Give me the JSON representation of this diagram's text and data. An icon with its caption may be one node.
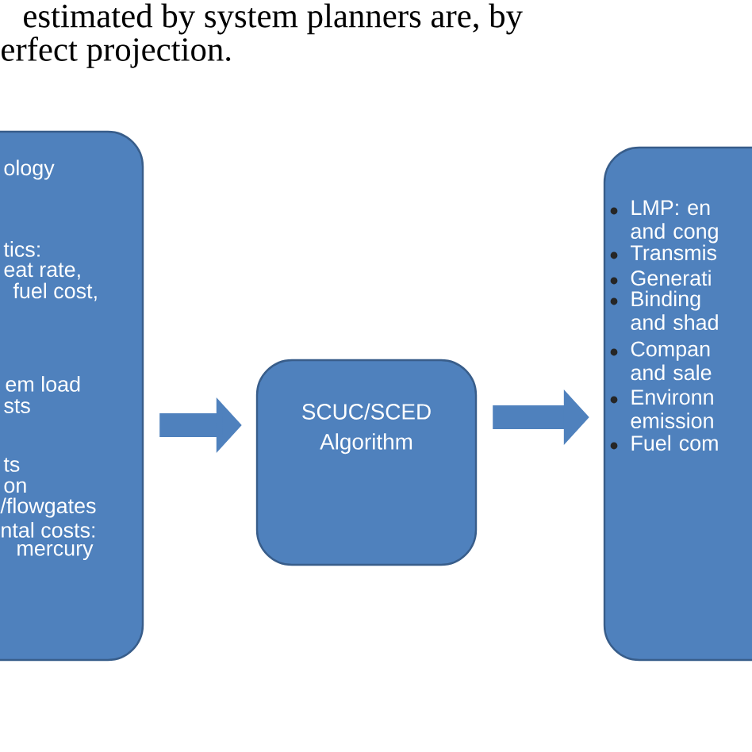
{
  "diagram": {
    "nodes": [
      {
        "text": [
          "ology",
          "tics:",
          "eat rate,",
          "fuel cost,",
          "em load",
          "sts",
          "ts",
          "on",
          "/flowgates",
          "ntal costs:",
          "mercury"
        ]
      },
      {
        "text": [
          "SCUC/SCED Algorithm"
        ]
      },
      {
        "text": [
          "LMP: en and cong",
          "Transmis",
          "Generati",
          "Binding and shad",
          "Compan and sale",
          "Environn emission",
          "Fuel com"
        ]
      }
    ],
    "edges": [
      {
        "from": 0,
        "to": 1,
        "arrow": "to"
      },
      {
        "from": 1,
        "to": 2,
        "arrow": "to"
      }
    ],
    "labels": [
      "estimated by system planners are, by",
      "erfect projection."
    ]
  }
}
